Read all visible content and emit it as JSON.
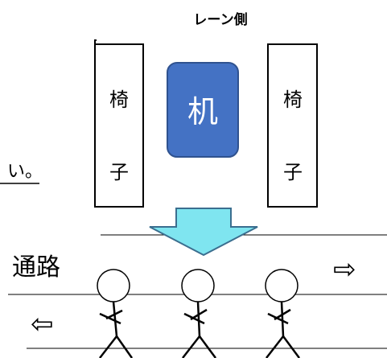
{
  "lane_label": "レーン側",
  "chair_left": {
    "char1": "椅",
    "char2": "子"
  },
  "chair_right": {
    "char1": "椅",
    "char2": "子"
  },
  "desk_label": "机",
  "aisle_label": "通路",
  "fragment_text": "い。",
  "arrow_right": "⇨",
  "arrow_left": "⇦",
  "colors": {
    "desk_fill": "#4472C4",
    "desk_stroke": "#2F528F",
    "arrow_fill": "#7FE5F0",
    "arrow_stroke": "#3B6E8F",
    "line": "#000000"
  }
}
